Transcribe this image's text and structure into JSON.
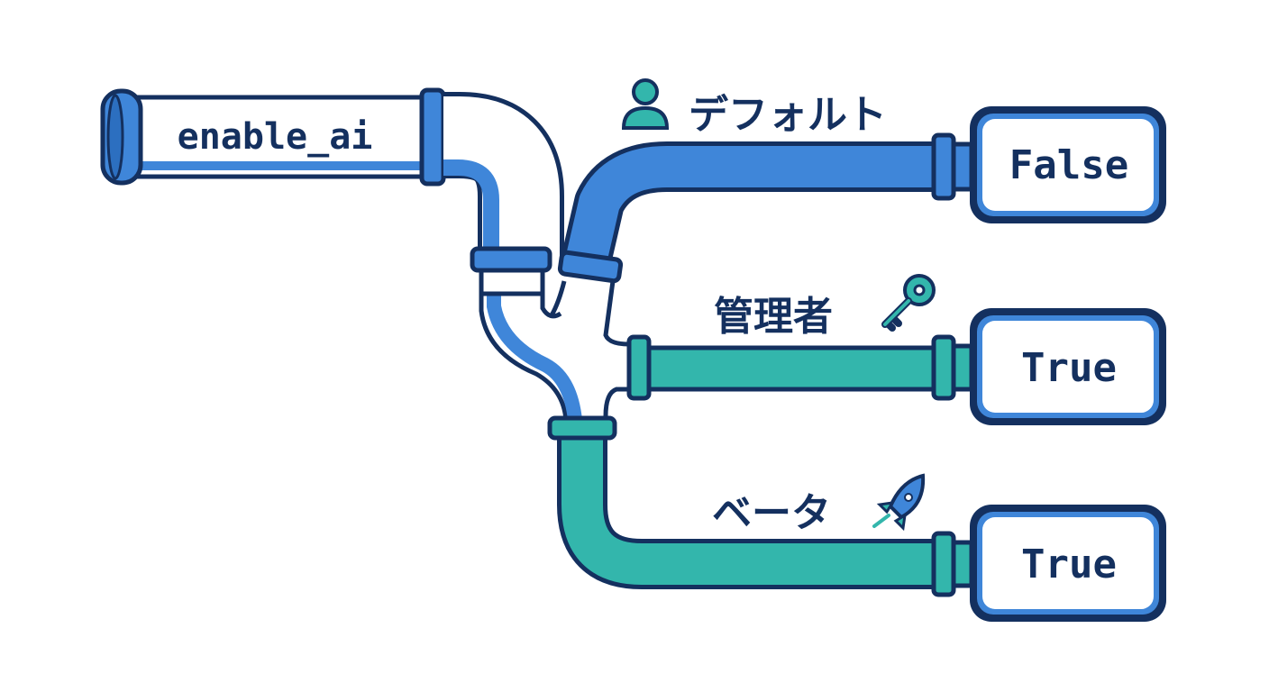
{
  "source": {
    "text": "enable_ai"
  },
  "branches": [
    {
      "id": "default",
      "label": "デフォルト",
      "icon": "user-icon",
      "value": "False",
      "color": "#3f86d9"
    },
    {
      "id": "admin",
      "label": "管理者",
      "icon": "key-icon",
      "value": "True",
      "color": "#33b6ac"
    },
    {
      "id": "beta",
      "label": "ベータ",
      "icon": "rocket-icon",
      "value": "True",
      "color": "#33b6ac"
    }
  ],
  "colors": {
    "outline": "#14305f",
    "blue": "#3f86d9",
    "teal": "#33b6ac",
    "inner": "#ffffff"
  }
}
